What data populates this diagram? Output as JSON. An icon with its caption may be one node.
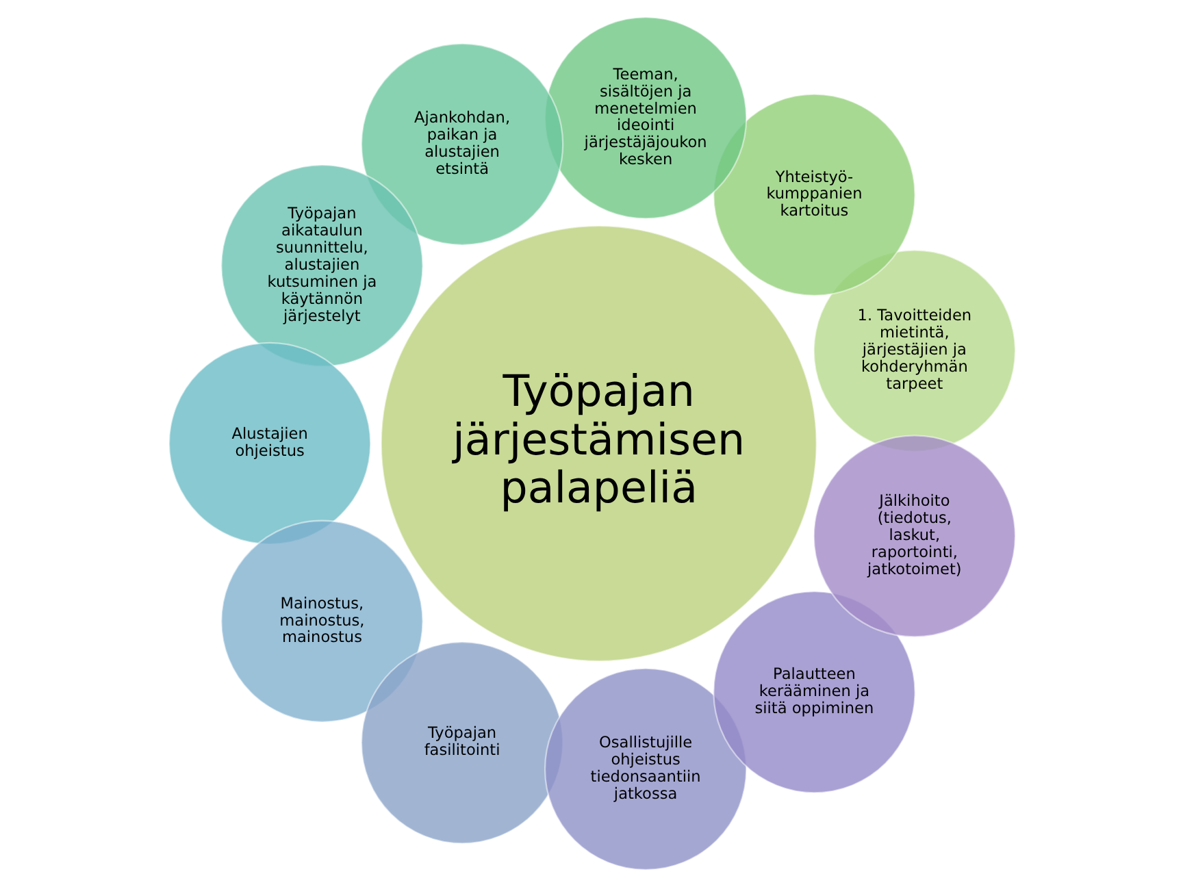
{
  "diagram": {
    "nodes": [
      {
        "text": [
          "Työpajan järjestämisen palapeliä"
        ]
      },
      {
        "text": [
          "1. Tavoitteiden mietintä, järjestäjien ja kohderyhmän tarpeet"
        ]
      },
      {
        "text": [
          "Yhteistyö- kumppanien kartoitus"
        ]
      },
      {
        "text": [
          "Teeman, sisältöjen ja menetelmien ideointi järjestäjäjoukon kesken"
        ]
      },
      {
        "text": [
          "Ajankohdan, paikan ja alustajien etsintä"
        ]
      },
      {
        "text": [
          "Työpajan aikataulun suunnittelu, alustajien kutsuminen ja käytännön järjestelyt"
        ]
      },
      {
        "text": [
          "Alustajien ohjeistus"
        ]
      },
      {
        "text": [
          "Mainostus, mainostus, mainostus"
        ]
      },
      {
        "text": [
          "Työpajan fasilitointi"
        ]
      },
      {
        "text": [
          "Osallistujille ohjeistus tiedonsaantiin jatkossa"
        ]
      },
      {
        "text": [
          "Palautteen kerääminen ja siitä oppiminen"
        ]
      },
      {
        "text": [
          "Jälkihoito (tiedotus, laskut, raportointi, jatkotoimet)"
        ]
      }
    ]
  }
}
